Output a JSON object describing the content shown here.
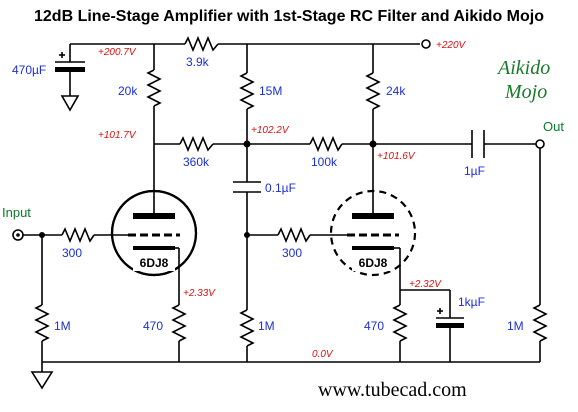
{
  "title": "12dB Line-Stage Amplifier with 1st-Stage RC Filter and Aikido Mojo",
  "brand": {
    "line1": "Aikido",
    "line2": "Mojo"
  },
  "url": "www.tubecad.com",
  "ports": {
    "input": "Input",
    "output": "Out"
  },
  "components": {
    "c_supply": "470µF",
    "r_top_left": "3.9k",
    "r_plate1": "20k",
    "r_15m": "15M",
    "r_24k": "24k",
    "r_360k": "360k",
    "r_100k": "100k",
    "c_filter": "0.1µF",
    "c_out": "1µF",
    "r_grid1": "300",
    "r_grid2": "300",
    "tube1": "6DJ8",
    "tube2": "6DJ8",
    "r_in_1m": "1M",
    "r_k1": "470",
    "r_mid_1m": "1M",
    "r_k2": "470",
    "c_k2": "1kµF",
    "r_out_1m": "1M"
  },
  "voltages": {
    "v_200": "+200.7V",
    "v_220": "+220V",
    "v_101_7": "+101.7V",
    "v_102_2": "+102.2V",
    "v_101_6": "+101.6V",
    "v_k1": "+2.33V",
    "v_k2": "+2.32V",
    "v_gnd": "0.0V"
  }
}
